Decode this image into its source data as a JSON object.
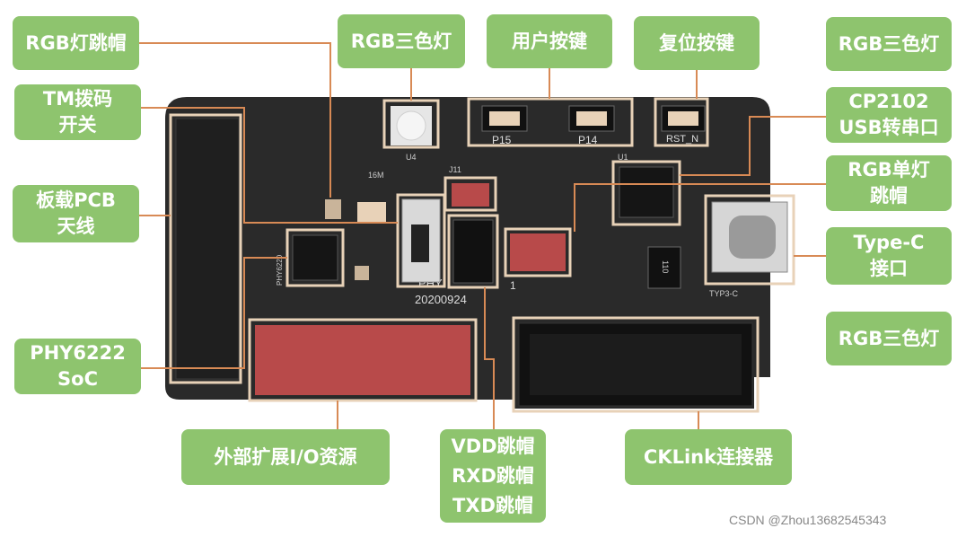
{
  "callouts": {
    "rgb_led_jumper_left": [
      "RGB灯跳帽"
    ],
    "tm_dip_switch": [
      "TM拨码",
      "开关"
    ],
    "onboard_pcb_antenna": [
      "板载PCB",
      "天线"
    ],
    "phy6222_soc": [
      "PHY6222",
      "SoC"
    ],
    "rgb_tricolor_led_top": [
      "RGB三色灯"
    ],
    "user_buttons": [
      "用户按键"
    ],
    "reset_button": [
      "复位按键"
    ],
    "rgb_tricolor_led_right_top": [
      "RGB三色灯"
    ],
    "cp2102_usb_uart": [
      "CP2102",
      "USB转串口"
    ],
    "rgb_single_led_jumper": [
      "RGB单灯",
      "跳帽"
    ],
    "type_c_port": [
      "Type-C",
      "接口"
    ],
    "rgb_tricolor_led_right_bottom": [
      "RGB三色灯"
    ],
    "external_io": [
      "外部扩展I/O资源"
    ],
    "vdd_rxd_txd_jumpers": [
      "VDD跳帽",
      "RXD跳帽",
      "TXD跳帽"
    ],
    "cklink_connector": [
      "CKLink连接器"
    ]
  },
  "board_silkscreen": {
    "button_p15": "P15",
    "button_p14": "P14",
    "button_reset": "RST_N",
    "chip_u4": "U4",
    "chip_u1": "U1",
    "crystal": "16M",
    "jumper_j11": "J11",
    "board_name": "PHY",
    "board_date": "20200924",
    "pin_one": "1",
    "type_c_text": "TYP3-C",
    "chip_label_phy": "PHY6220",
    "regulator": "110"
  },
  "watermark": "CSDN @Zhou13682545343",
  "colors": {
    "label_bg": "#8ec46e",
    "label_text": "#ffffff",
    "pcb": "#2a2a2a",
    "leader": "#d88a55",
    "highlight": "#e8d2b8",
    "header_red": "#b84a4a"
  }
}
